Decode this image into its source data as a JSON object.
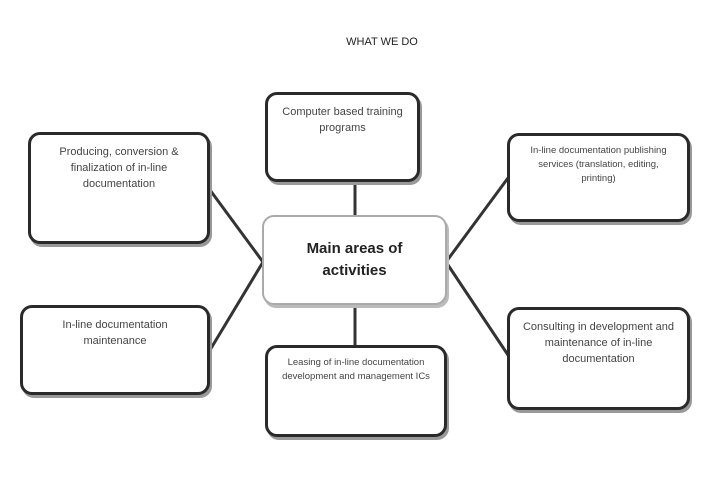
{
  "title": "WHAT WE DO",
  "center": "Main areas of activities",
  "boxes": {
    "top": "Computer based training programs",
    "left_top": "Producing, conversion & finalization of in-line documentation",
    "right_top": "In-line documentation publishing services (translation, editing, printing)",
    "left_bottom": "In-line documentation maintenance",
    "bottom": "Leasing of in-line documentation development and management ICs",
    "right_bottom": "Consulting in development and maintenance of in-line documentation"
  }
}
